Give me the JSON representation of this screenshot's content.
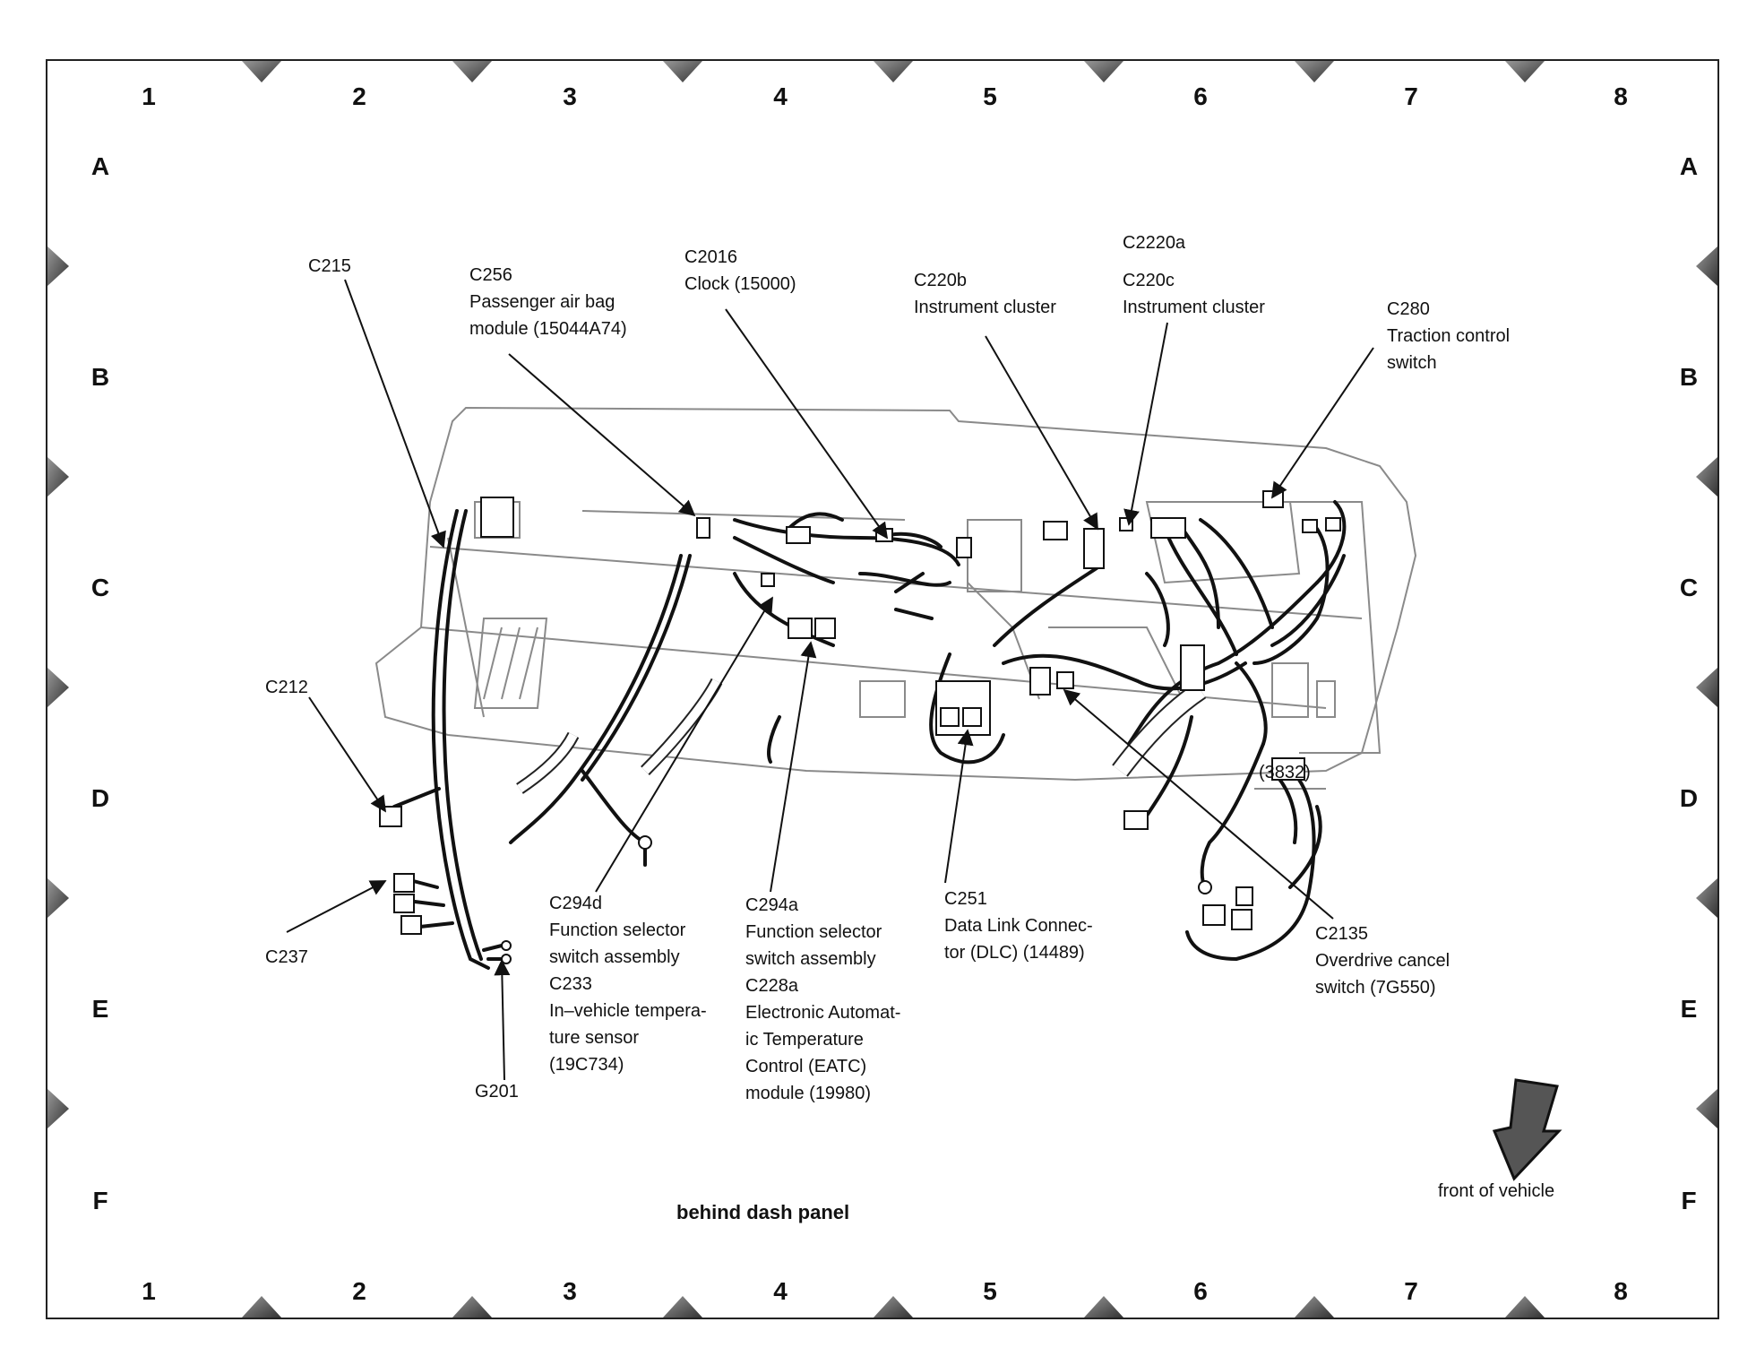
{
  "grid": {
    "columns": [
      "1",
      "2",
      "3",
      "4",
      "5",
      "6",
      "7",
      "8"
    ],
    "rows": [
      "A",
      "B",
      "C",
      "D",
      "E",
      "F"
    ]
  },
  "caption": "behind dash panel",
  "front_of_vehicle": "front of vehicle",
  "labels": {
    "c215": [
      "C215"
    ],
    "c256": [
      "C256",
      "Passenger air bag",
      "module (15044A74)"
    ],
    "c2016": [
      "C2016",
      "Clock (15000)"
    ],
    "c220b": [
      "C220b",
      "Instrument cluster"
    ],
    "c2220a": [
      "C2220a",
      "C220c",
      "Instrument cluster"
    ],
    "c280": [
      "C280",
      "Traction control",
      "switch"
    ],
    "c212": [
      "C212"
    ],
    "c237": [
      "C237"
    ],
    "g201": [
      "G201"
    ],
    "c294d": [
      "C294d",
      "Function selector",
      "switch assembly",
      "C233",
      "In–vehicle tempera-",
      "ture sensor",
      "(19C734)"
    ],
    "c294a": [
      "C294a",
      "Function selector",
      "switch assembly",
      "C228a",
      "Electronic Automat-",
      "ic Temperature",
      "Control (EATC)",
      "module (19980)"
    ],
    "c251": [
      "C251",
      "Data Link Connec-",
      "tor (DLC) (14489)"
    ],
    "c2135": [
      "C2135",
      "Overdrive cancel",
      "switch (7G550)"
    ],
    "partial": [
      "(3832)"
    ]
  }
}
